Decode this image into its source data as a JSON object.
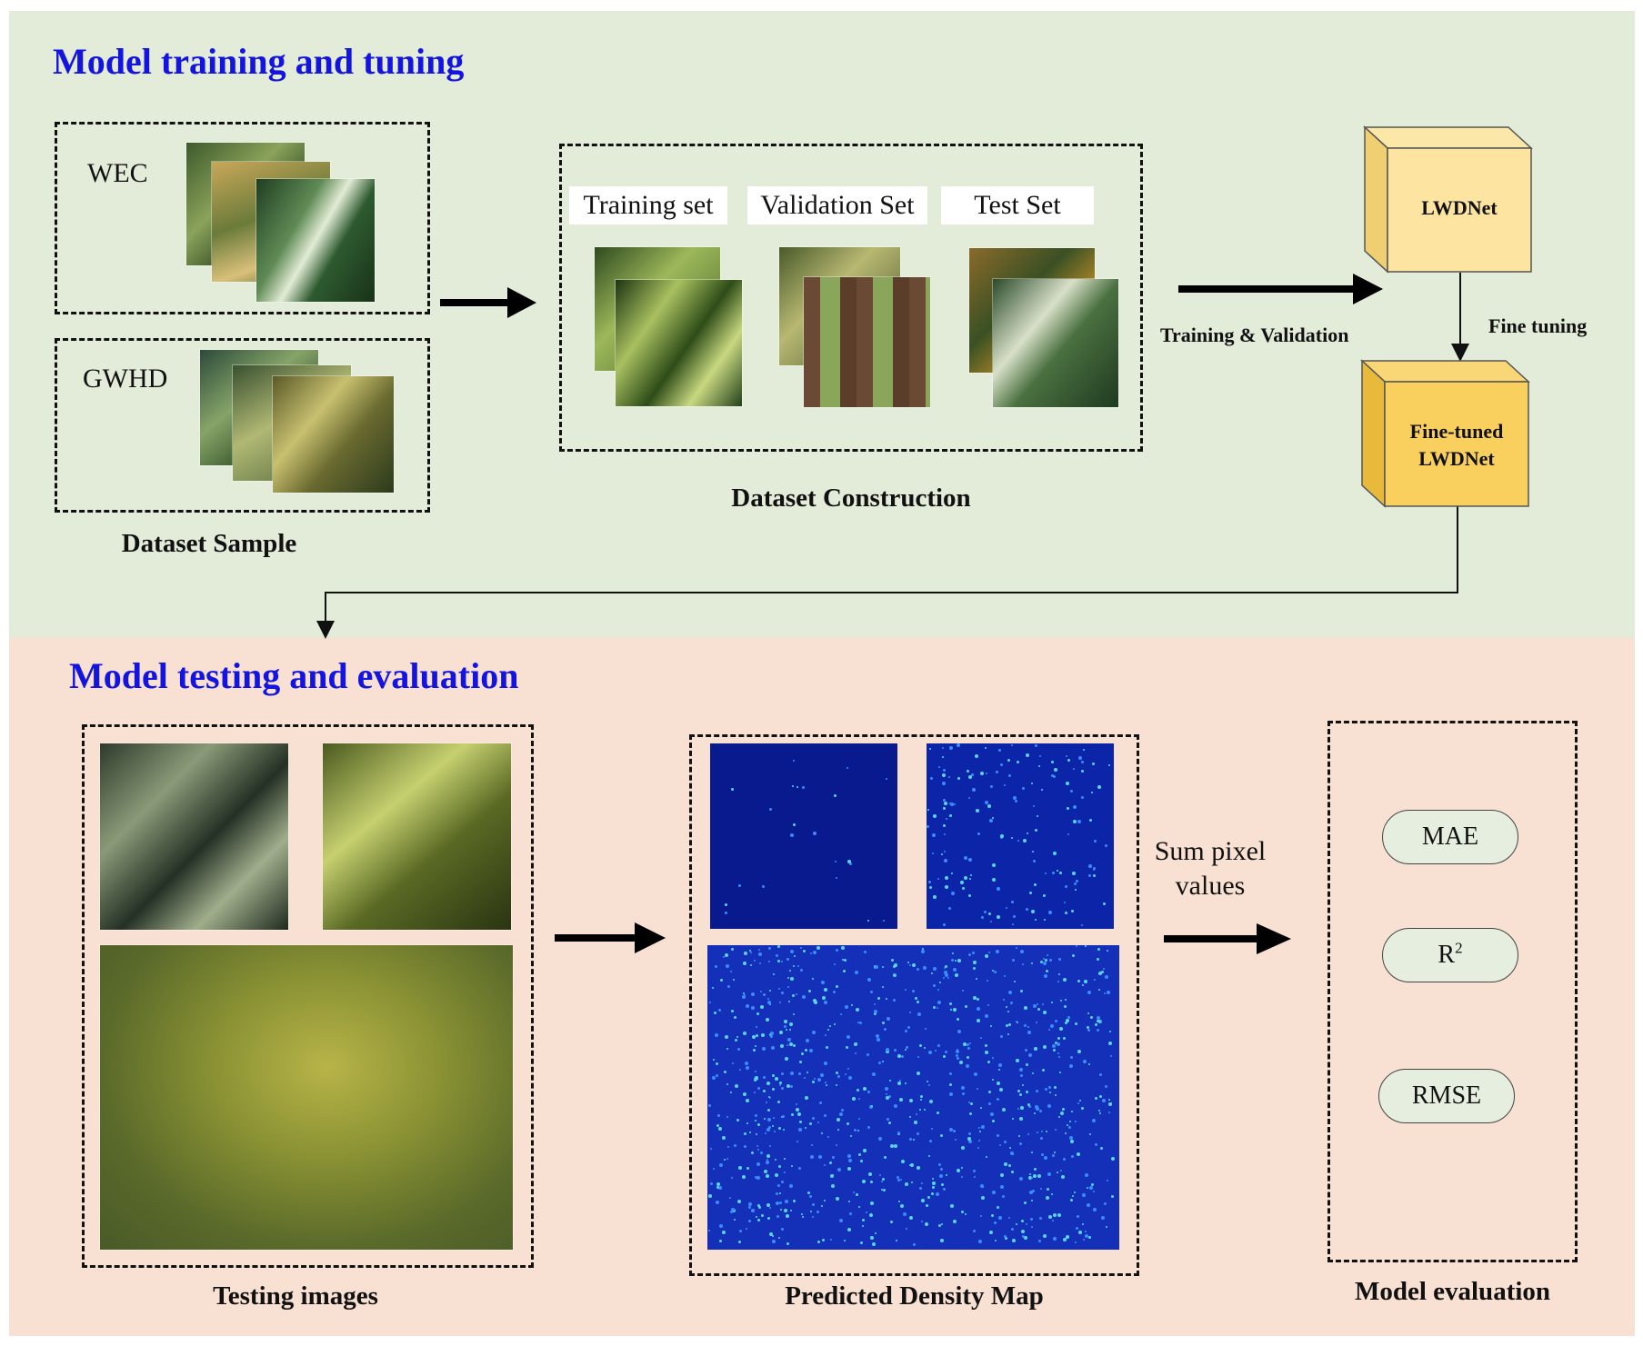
{
  "top_section": {
    "title": "Model training and tuning",
    "dataset_sample": {
      "labels": [
        "WEC",
        "GWHD"
      ],
      "caption": "Dataset Sample"
    },
    "dataset_construction": {
      "sets": [
        "Training set",
        "Validation Set",
        "Test Set"
      ],
      "caption": "Dataset Construction"
    },
    "arrow_label": "Training & Validation",
    "model": "LWDNet",
    "fine_tune_label": "Fine tuning",
    "fine_tuned_model": "Fine-tuned LWDNet"
  },
  "bottom_section": {
    "title": "Model testing and evaluation",
    "testing_caption": "Testing images",
    "density_caption": "Predicted Density Map",
    "sum_label": "Sum pixel values",
    "metrics": [
      "MAE",
      "R",
      "RMSE"
    ],
    "r_superscript": "2",
    "eval_caption": "Model evaluation"
  },
  "colors": {
    "top_bg": "#e2ecd9",
    "bottom_bg": "#f8e1d2",
    "title": "#1414e0",
    "box_yellow": "#fde4a0",
    "box_orange": "#f9cf5e",
    "density_bg": "#0a1e96"
  }
}
